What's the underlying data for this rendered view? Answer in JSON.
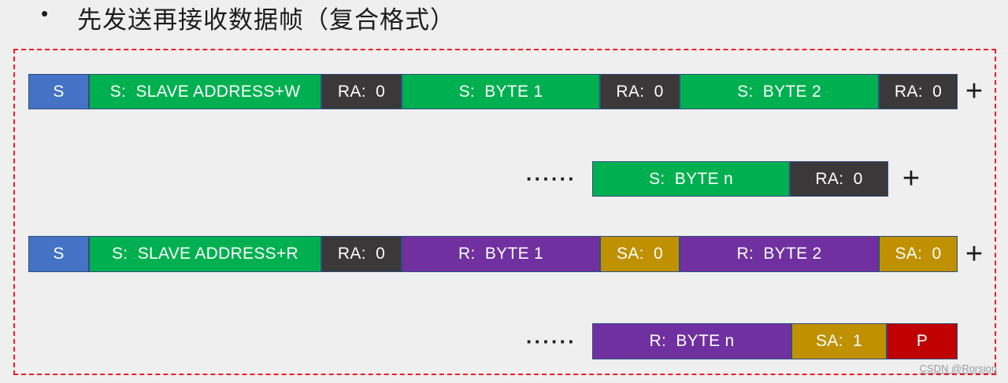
{
  "title": {
    "bullet": "•",
    "text": "先发送再接收数据帧（复合格式）"
  },
  "colors": {
    "page_background": "#efefef",
    "title_text": "#1c1c1c",
    "start_box": "#4472c4",
    "write_box": "#00b050",
    "write_ack_box": "#3a3838",
    "read_box": "#7030a0",
    "read_ack_box": "#bf9000",
    "stop_box": "#c00000",
    "box_border": "#2e4e7e",
    "box_text": "#ffffff",
    "frame_border": "#ed1c24",
    "plus_text": "#1c1c1c",
    "watermark_text": "#9a9aa2"
  },
  "diagram": {
    "rows": [
      {
        "name": "write frame",
        "segments": [
          {
            "label": "S"
          },
          {
            "label": "S:  SLAVE ADDRESS+W"
          },
          {
            "label": "RA:  0"
          },
          {
            "label": "S:  BYTE 1"
          },
          {
            "label": "RA:  0"
          },
          {
            "label": "S:  BYTE 2"
          },
          {
            "label": "RA:  0"
          }
        ],
        "plus": "+"
      },
      {
        "name": "write frame continued",
        "ellipsis": "······",
        "segments": [
          {
            "label": "S:  BYTE n"
          },
          {
            "label": "RA:  0"
          }
        ],
        "plus": "+"
      },
      {
        "name": "read frame",
        "segments": [
          {
            "label": "S"
          },
          {
            "label": "S:  SLAVE ADDRESS+R"
          },
          {
            "label": "RA:  0"
          },
          {
            "label": "R:  BYTE 1"
          },
          {
            "label": "SA:  0"
          },
          {
            "label": "R:  BYTE 2"
          },
          {
            "label": "SA:  0"
          }
        ],
        "plus": "+"
      },
      {
        "name": "read frame continued",
        "ellipsis": "······",
        "segments": [
          {
            "label": "R:  BYTE n"
          },
          {
            "label": "SA:  1"
          },
          {
            "label": "P"
          }
        ]
      }
    ]
  },
  "watermark": "CSDN @Rorsion"
}
